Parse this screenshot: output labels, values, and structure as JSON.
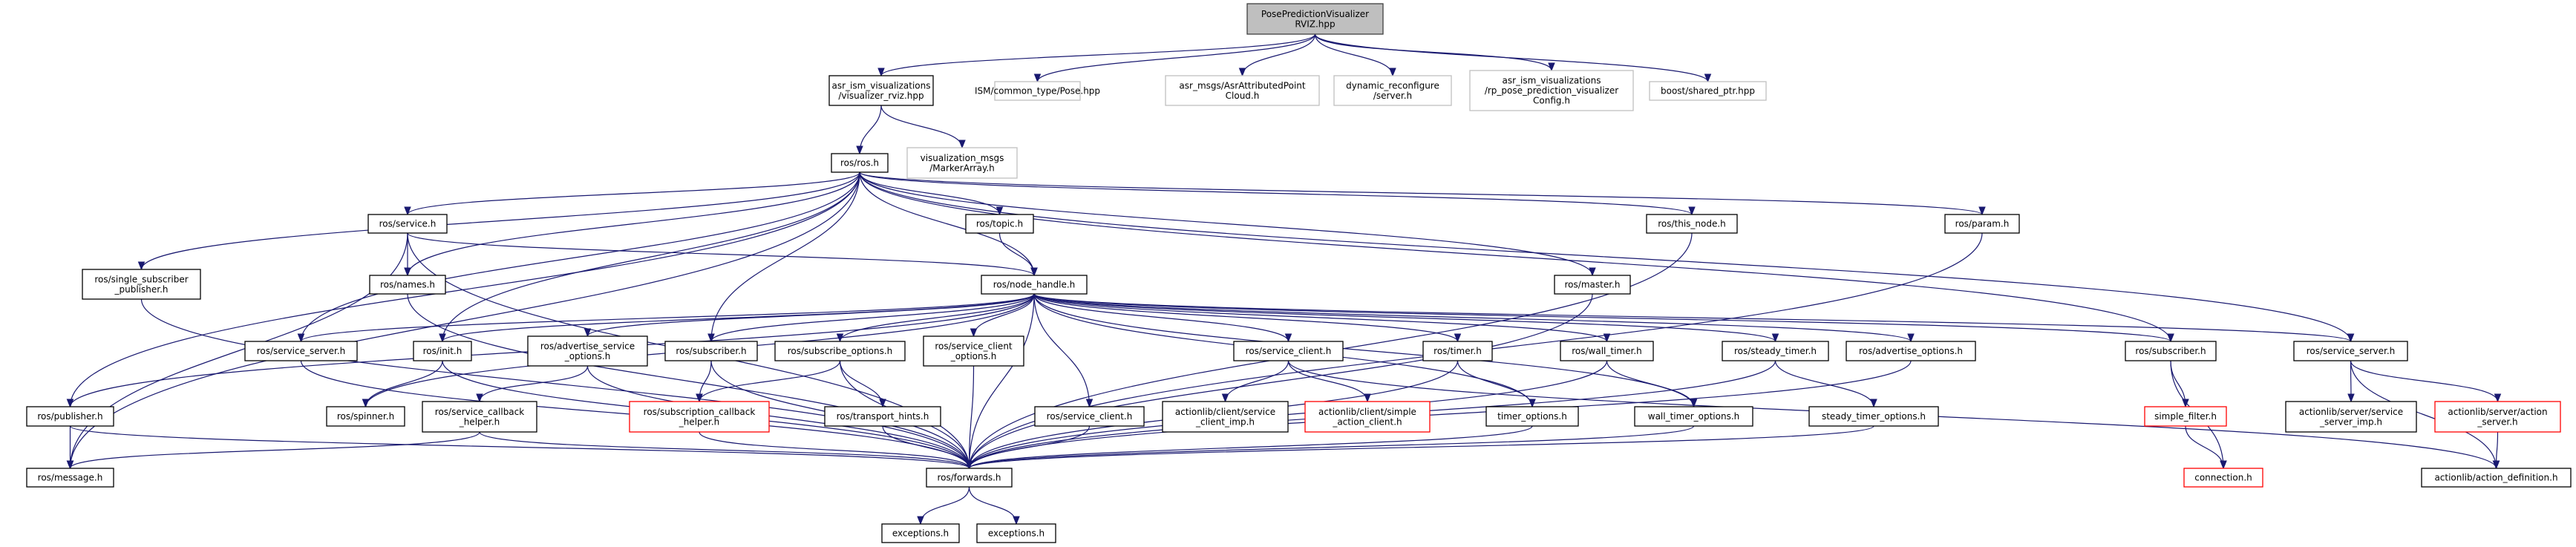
{
  "title": "PosePredictionVisualizerRVIZ.hpp include dependency graph",
  "colors": {
    "edge": "#191970",
    "root_fill": "#bfbfbf",
    "border_documented": "#000000",
    "border_external": "#bfbfbf",
    "border_truncated": "#ff0000"
  },
  "nodes": [
    {
      "id": "root",
      "lines": [
        "PosePredictionVisualizer",
        "RVIZ.hpp"
      ],
      "kind": "root"
    },
    {
      "id": "viz_rviz",
      "lines": [
        "asr_ism_visualizations",
        "/visualizer_rviz.hpp"
      ],
      "kind": "documented"
    },
    {
      "id": "ism_pose",
      "lines": [
        "ISM/common_type/Pose.hpp"
      ],
      "kind": "external"
    },
    {
      "id": "asr_cloud",
      "lines": [
        "asr_msgs/AsrAttributedPoint",
        "Cloud.h"
      ],
      "kind": "external"
    },
    {
      "id": "dyn_server",
      "lines": [
        "dynamic_reconfigure",
        "/server.h"
      ],
      "kind": "external"
    },
    {
      "id": "rp_config",
      "lines": [
        "asr_ism_visualizations",
        "/rp_pose_prediction_visualizer",
        "Config.h"
      ],
      "kind": "external"
    },
    {
      "id": "boost_ptr",
      "lines": [
        "boost/shared_ptr.hpp"
      ],
      "kind": "external"
    },
    {
      "id": "ros_h",
      "lines": [
        "ros/ros.h"
      ],
      "kind": "documented"
    },
    {
      "id": "marker_array",
      "lines": [
        "visualization_msgs",
        "/MarkerArray.h"
      ],
      "kind": "external"
    },
    {
      "id": "service_h",
      "lines": [
        "ros/service.h"
      ],
      "kind": "documented"
    },
    {
      "id": "topic_h",
      "lines": [
        "ros/topic.h"
      ],
      "kind": "documented"
    },
    {
      "id": "this_node",
      "lines": [
        "ros/this_node.h"
      ],
      "kind": "documented"
    },
    {
      "id": "param_h",
      "lines": [
        "ros/param.h"
      ],
      "kind": "documented"
    },
    {
      "id": "single_sub_pub",
      "lines": [
        "ros/single_subscriber",
        "_publisher.h"
      ],
      "kind": "documented"
    },
    {
      "id": "names_h",
      "lines": [
        "ros/names.h"
      ],
      "kind": "documented"
    },
    {
      "id": "node_handle",
      "lines": [
        "ros/node_handle.h"
      ],
      "kind": "documented"
    },
    {
      "id": "master_h",
      "lines": [
        "ros/master.h"
      ],
      "kind": "documented"
    },
    {
      "id": "service_server_l",
      "lines": [
        "ros/service_server.h"
      ],
      "kind": "documented"
    },
    {
      "id": "init_h",
      "lines": [
        "ros/init.h"
      ],
      "kind": "documented"
    },
    {
      "id": "adv_srv_opts",
      "lines": [
        "ros/advertise_service",
        "_options.h"
      ],
      "kind": "documented"
    },
    {
      "id": "subscriber_l",
      "lines": [
        "ros/subscriber.h"
      ],
      "kind": "documented"
    },
    {
      "id": "subscribe_opts",
      "lines": [
        "ros/subscribe_options.h"
      ],
      "kind": "documented"
    },
    {
      "id": "srv_client_opts",
      "lines": [
        "ros/service_client",
        "_options.h"
      ],
      "kind": "documented"
    },
    {
      "id": "service_client_a",
      "lines": [
        "ros/service_client.h"
      ],
      "kind": "documented"
    },
    {
      "id": "timer_h",
      "lines": [
        "ros/timer.h"
      ],
      "kind": "documented"
    },
    {
      "id": "wall_timer",
      "lines": [
        "ros/wall_timer.h"
      ],
      "kind": "documented"
    },
    {
      "id": "steady_timer",
      "lines": [
        "ros/steady_timer.h"
      ],
      "kind": "documented"
    },
    {
      "id": "adv_opts",
      "lines": [
        "ros/advertise_options.h"
      ],
      "kind": "documented"
    },
    {
      "id": "subscriber_r",
      "lines": [
        "ros/subscriber.h"
      ],
      "kind": "documented"
    },
    {
      "id": "service_server_r",
      "lines": [
        "ros/service_server.h"
      ],
      "kind": "documented"
    },
    {
      "id": "publisher_h",
      "lines": [
        "ros/publisher.h"
      ],
      "kind": "documented"
    },
    {
      "id": "spinner_h",
      "lines": [
        "ros/spinner.h"
      ],
      "kind": "documented"
    },
    {
      "id": "srv_cb_helper",
      "lines": [
        "ros/service_callback",
        "_helper.h"
      ],
      "kind": "documented"
    },
    {
      "id": "sub_cb_helper",
      "lines": [
        "ros/subscription_callback",
        "_helper.h"
      ],
      "kind": "truncated"
    },
    {
      "id": "transport_hints",
      "lines": [
        "ros/transport_hints.h"
      ],
      "kind": "documented"
    },
    {
      "id": "service_client_b",
      "lines": [
        "ros/service_client.h"
      ],
      "kind": "documented"
    },
    {
      "id": "al_client_imp",
      "lines": [
        "actionlib/client/service",
        "_client_imp.h"
      ],
      "kind": "documented"
    },
    {
      "id": "al_simple_client",
      "lines": [
        "actionlib/client/simple",
        "_action_client.h"
      ],
      "kind": "truncated"
    },
    {
      "id": "timer_opts",
      "lines": [
        "timer_options.h"
      ],
      "kind": "documented"
    },
    {
      "id": "wall_timer_opts",
      "lines": [
        "wall_timer_options.h"
      ],
      "kind": "documented"
    },
    {
      "id": "steady_timer_opts",
      "lines": [
        "steady_timer_options.h"
      ],
      "kind": "documented"
    },
    {
      "id": "simple_filter",
      "lines": [
        "simple_filter.h"
      ],
      "kind": "truncated"
    },
    {
      "id": "al_server_imp",
      "lines": [
        "actionlib/server/service",
        "_server_imp.h"
      ],
      "kind": "documented"
    },
    {
      "id": "al_action_server",
      "lines": [
        "actionlib/server/action",
        "_server.h"
      ],
      "kind": "truncated"
    },
    {
      "id": "message_h",
      "lines": [
        "ros/message.h"
      ],
      "kind": "documented"
    },
    {
      "id": "forwards_h",
      "lines": [
        "ros/forwards.h"
      ],
      "kind": "documented"
    },
    {
      "id": "connection_h",
      "lines": [
        "connection.h"
      ],
      "kind": "truncated"
    },
    {
      "id": "al_action_def",
      "lines": [
        "actionlib/action_definition.h"
      ],
      "kind": "documented"
    },
    {
      "id": "exceptions_a",
      "lines": [
        "exceptions.h"
      ],
      "kind": "documented"
    },
    {
      "id": "exceptions_b",
      "lines": [
        "exceptions.h"
      ],
      "kind": "documented"
    }
  ],
  "edges": [
    [
      "root",
      "viz_rviz"
    ],
    [
      "root",
      "ism_pose"
    ],
    [
      "root",
      "asr_cloud"
    ],
    [
      "root",
      "dyn_server"
    ],
    [
      "root",
      "rp_config"
    ],
    [
      "root",
      "boost_ptr"
    ],
    [
      "viz_rviz",
      "ros_h"
    ],
    [
      "viz_rviz",
      "marker_array"
    ],
    [
      "ros_h",
      "service_h"
    ],
    [
      "ros_h",
      "topic_h"
    ],
    [
      "ros_h",
      "this_node"
    ],
    [
      "ros_h",
      "param_h"
    ],
    [
      "ros_h",
      "single_sub_pub"
    ],
    [
      "ros_h",
      "names_h"
    ],
    [
      "ros_h",
      "node_handle"
    ],
    [
      "ros_h",
      "master_h"
    ],
    [
      "ros_h",
      "service_server_l"
    ],
    [
      "ros_h",
      "init_h"
    ],
    [
      "ros_h",
      "subscriber_l"
    ],
    [
      "ros_h",
      "publisher_h"
    ],
    [
      "ros_h",
      "message_h"
    ],
    [
      "ros_h",
      "subscriber_r"
    ],
    [
      "ros_h",
      "service_server_r"
    ],
    [
      "service_h",
      "names_h"
    ],
    [
      "service_h",
      "node_handle"
    ],
    [
      "service_h",
      "forwards_h"
    ],
    [
      "service_h",
      "message_h"
    ],
    [
      "topic_h",
      "node_handle"
    ],
    [
      "this_node",
      "forwards_h"
    ],
    [
      "param_h",
      "forwards_h"
    ],
    [
      "master_h",
      "forwards_h"
    ],
    [
      "single_sub_pub",
      "forwards_h"
    ],
    [
      "names_h",
      "forwards_h"
    ],
    [
      "node_handle",
      "service_server_l"
    ],
    [
      "node_handle",
      "init_h"
    ],
    [
      "node_handle",
      "adv_srv_opts"
    ],
    [
      "node_handle",
      "subscriber_l"
    ],
    [
      "node_handle",
      "subscribe_opts"
    ],
    [
      "node_handle",
      "srv_client_opts"
    ],
    [
      "node_handle",
      "service_client_a"
    ],
    [
      "node_handle",
      "timer_h"
    ],
    [
      "node_handle",
      "wall_timer"
    ],
    [
      "node_handle",
      "steady_timer"
    ],
    [
      "node_handle",
      "adv_opts"
    ],
    [
      "node_handle",
      "subscriber_r"
    ],
    [
      "node_handle",
      "service_server_r"
    ],
    [
      "node_handle",
      "publisher_h"
    ],
    [
      "node_handle",
      "spinner_h"
    ],
    [
      "node_handle",
      "service_client_b"
    ],
    [
      "node_handle",
      "timer_opts"
    ],
    [
      "node_handle",
      "wall_timer_opts"
    ],
    [
      "node_handle",
      "forwards_h"
    ],
    [
      "service_server_l",
      "forwards_h"
    ],
    [
      "init_h",
      "spinner_h"
    ],
    [
      "init_h",
      "forwards_h"
    ],
    [
      "adv_srv_opts",
      "srv_cb_helper"
    ],
    [
      "adv_srv_opts",
      "forwards_h"
    ],
    [
      "subscriber_l",
      "sub_cb_helper"
    ],
    [
      "subscriber_l",
      "forwards_h"
    ],
    [
      "subscribe_opts",
      "sub_cb_helper"
    ],
    [
      "subscribe_opts",
      "transport_hints"
    ],
    [
      "subscribe_opts",
      "forwards_h"
    ],
    [
      "srv_client_opts",
      "forwards_h"
    ],
    [
      "service_client_a",
      "al_client_imp"
    ],
    [
      "service_client_a",
      "al_simple_client"
    ],
    [
      "service_client_a",
      "al_action_def"
    ],
    [
      "timer_h",
      "timer_opts"
    ],
    [
      "timer_h",
      "forwards_h"
    ],
    [
      "wall_timer",
      "wall_timer_opts"
    ],
    [
      "wall_timer",
      "forwards_h"
    ],
    [
      "steady_timer",
      "steady_timer_opts"
    ],
    [
      "steady_timer",
      "forwards_h"
    ],
    [
      "adv_opts",
      "forwards_h"
    ],
    [
      "subscriber_r",
      "simple_filter"
    ],
    [
      "subscriber_r",
      "connection_h"
    ],
    [
      "service_server_r",
      "al_server_imp"
    ],
    [
      "service_server_r",
      "al_action_server"
    ],
    [
      "service_server_r",
      "al_action_def"
    ],
    [
      "al_action_server",
      "al_action_def"
    ],
    [
      "simple_filter",
      "connection_h"
    ],
    [
      "publisher_h",
      "message_h"
    ],
    [
      "publisher_h",
      "forwards_h"
    ],
    [
      "srv_cb_helper",
      "message_h"
    ],
    [
      "srv_cb_helper",
      "forwards_h"
    ],
    [
      "sub_cb_helper",
      "forwards_h"
    ],
    [
      "transport_hints",
      "forwards_h"
    ],
    [
      "service_client_b",
      "forwards_h"
    ],
    [
      "timer_opts",
      "forwards_h"
    ],
    [
      "wall_timer_opts",
      "forwards_h"
    ],
    [
      "steady_timer_opts",
      "forwards_h"
    ],
    [
      "forwards_h",
      "exceptions_a"
    ],
    [
      "forwards_h",
      "exceptions_b"
    ]
  ]
}
